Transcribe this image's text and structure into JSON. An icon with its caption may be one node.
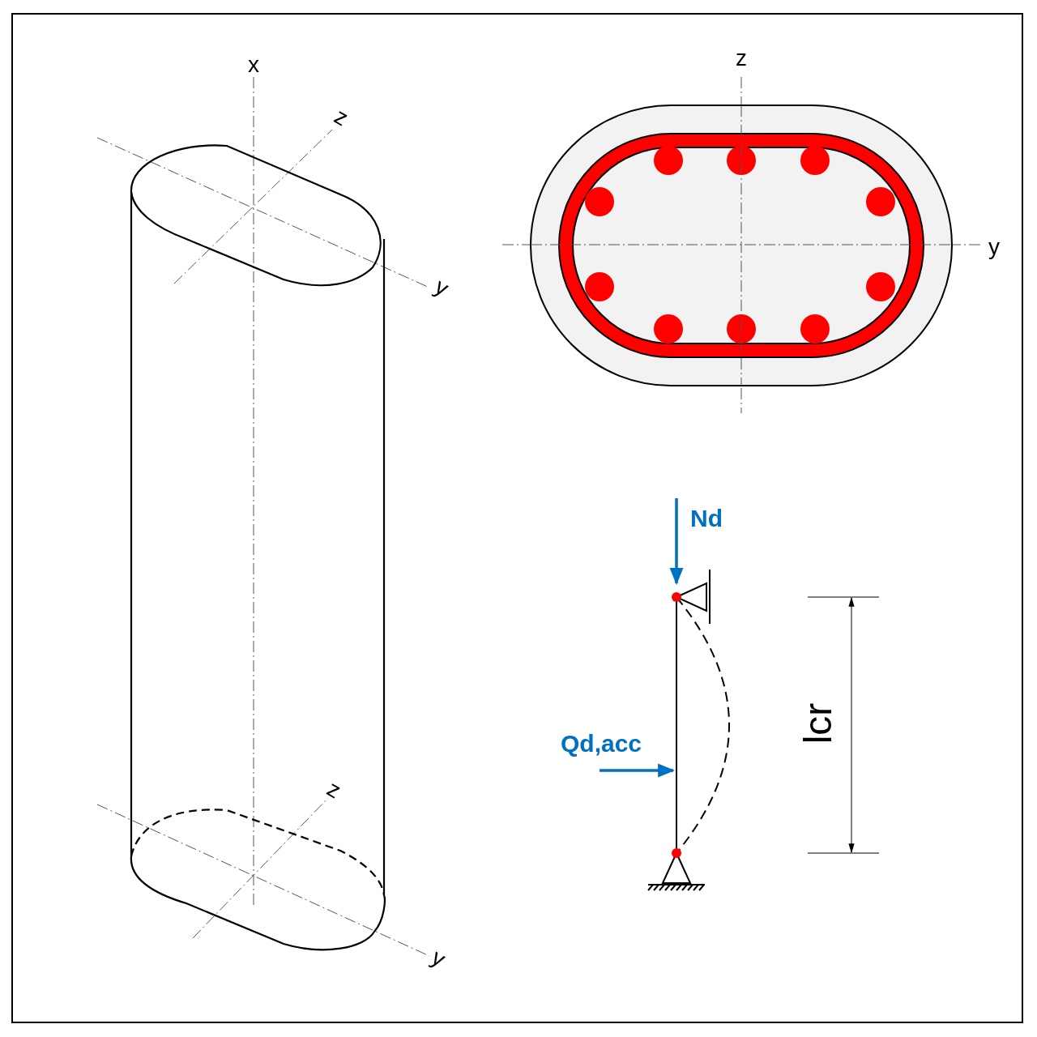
{
  "diagram": {
    "labels": [
      "x",
      "z",
      "y",
      "z",
      "y",
      "z",
      "y",
      "Nd",
      "Qd,acc",
      "lcr"
    ]
  }
}
